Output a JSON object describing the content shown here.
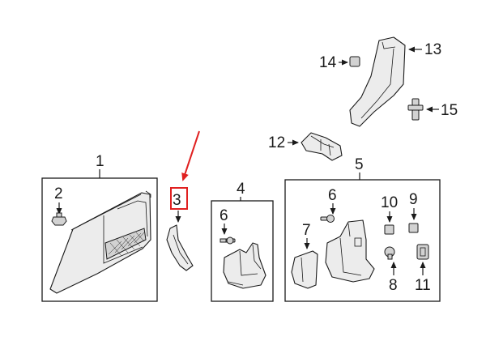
{
  "callouts": {
    "c1": "1",
    "c2": "2",
    "c3": "3",
    "c4": "4",
    "c5": "5",
    "c6a": "6",
    "c6b": "6",
    "c7": "7",
    "c8": "8",
    "c9": "9",
    "c10": "10",
    "c11": "11",
    "c12": "12",
    "c13": "13",
    "c14": "14",
    "c15": "15"
  },
  "colors": {
    "line": "#1a1a1a",
    "highlight": "#e02020",
    "part_fill": "#ececec",
    "background": "#ffffff"
  }
}
